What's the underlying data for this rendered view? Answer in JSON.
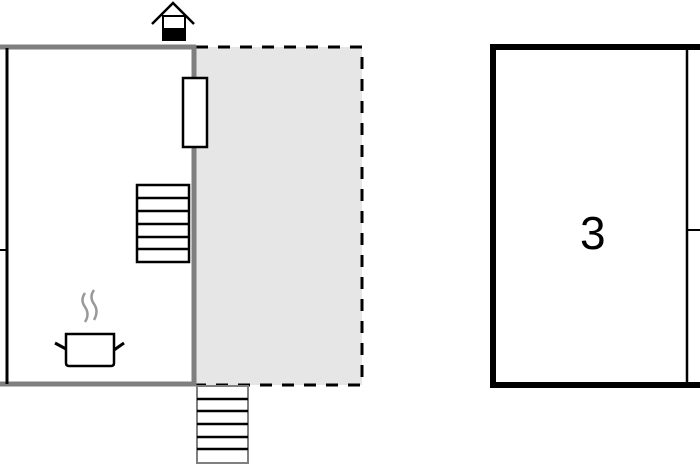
{
  "diagram": {
    "type": "floor-plan",
    "colors": {
      "wall_gray": "#7f7f7f",
      "wall_black": "#000000",
      "terrace_fill": "#e6e6e6",
      "background": "#ffffff"
    },
    "rooms": [
      {
        "id": "kitchen-room",
        "label": "",
        "icons": [
          "pot-icon",
          "stairs-icon",
          "window-icon"
        ]
      },
      {
        "id": "terrace-area",
        "label": "",
        "style": "dashed"
      },
      {
        "id": "room-3",
        "label": "3"
      }
    ],
    "icons": {
      "entrance": "house-entrance-icon",
      "cooking": "pot-steam-icon",
      "stairs_inside": "stairs-icon",
      "stairs_outside": "stairs-icon",
      "window": "window-icon"
    }
  }
}
